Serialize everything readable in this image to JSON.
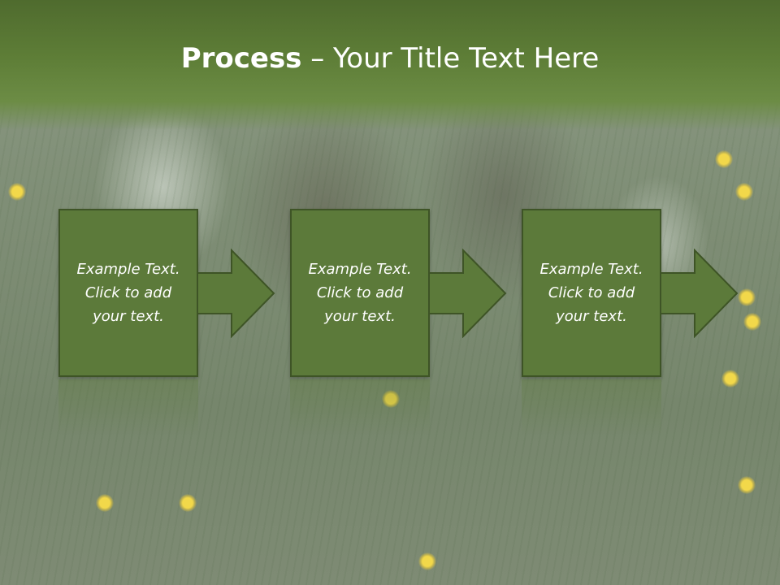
{
  "title": {
    "bold": "Process",
    "rest": " – Your Title Text Here"
  },
  "steps": [
    {
      "text": "Example Text.\nClick  to add\nyour text."
    },
    {
      "text": "Example Text.\nClick  to add\nyour text."
    },
    {
      "text": "Example Text.\nClick  to add\nyour text."
    }
  ],
  "colors": {
    "header": "#5e7e37",
    "box_fill": "#5c7a3a",
    "box_border": "#3e5426"
  }
}
